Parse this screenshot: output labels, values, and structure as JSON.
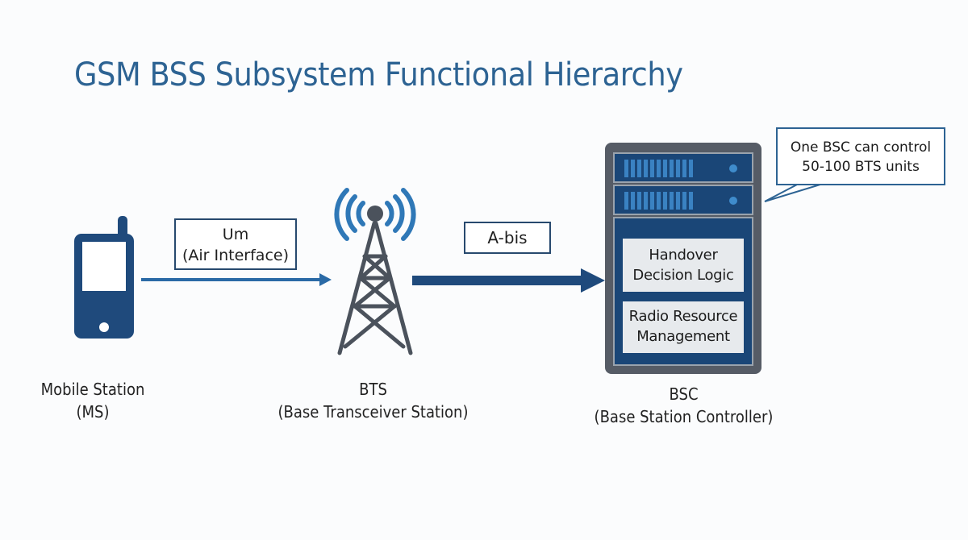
{
  "title": "GSM BSS Subsystem Functional Hierarchy",
  "colors": {
    "title": "#2d6393",
    "device_navy": "#1f4a7c",
    "tower_gray": "#4b525c",
    "signal_blue": "#2f78b7",
    "arrow_navy": "#1f4a7c"
  },
  "nodes": {
    "ms": {
      "name": "Mobile Station",
      "abbr": "(MS)",
      "icon": "mobile-phone-icon"
    },
    "bts": {
      "name": "BTS",
      "full": "(Base Transceiver Station)",
      "icon": "radio-tower-icon"
    },
    "bsc": {
      "name": "BSC",
      "full": "(Base Station Controller)",
      "icon": "server-rack-icon"
    }
  },
  "links": {
    "um": {
      "name": "Um",
      "desc": "(Air Interface)",
      "from": "ms",
      "to": "bts"
    },
    "abis": {
      "name": "A-bis",
      "from": "bts",
      "to": "bsc"
    }
  },
  "bsc_modules": [
    {
      "line1": "Handover",
      "line2": "Decision Logic"
    },
    {
      "line1": "Radio Resource",
      "line2": "Management"
    }
  ],
  "callout": {
    "line1": "One BSC can control",
    "line2": "50-100 BTS units"
  }
}
